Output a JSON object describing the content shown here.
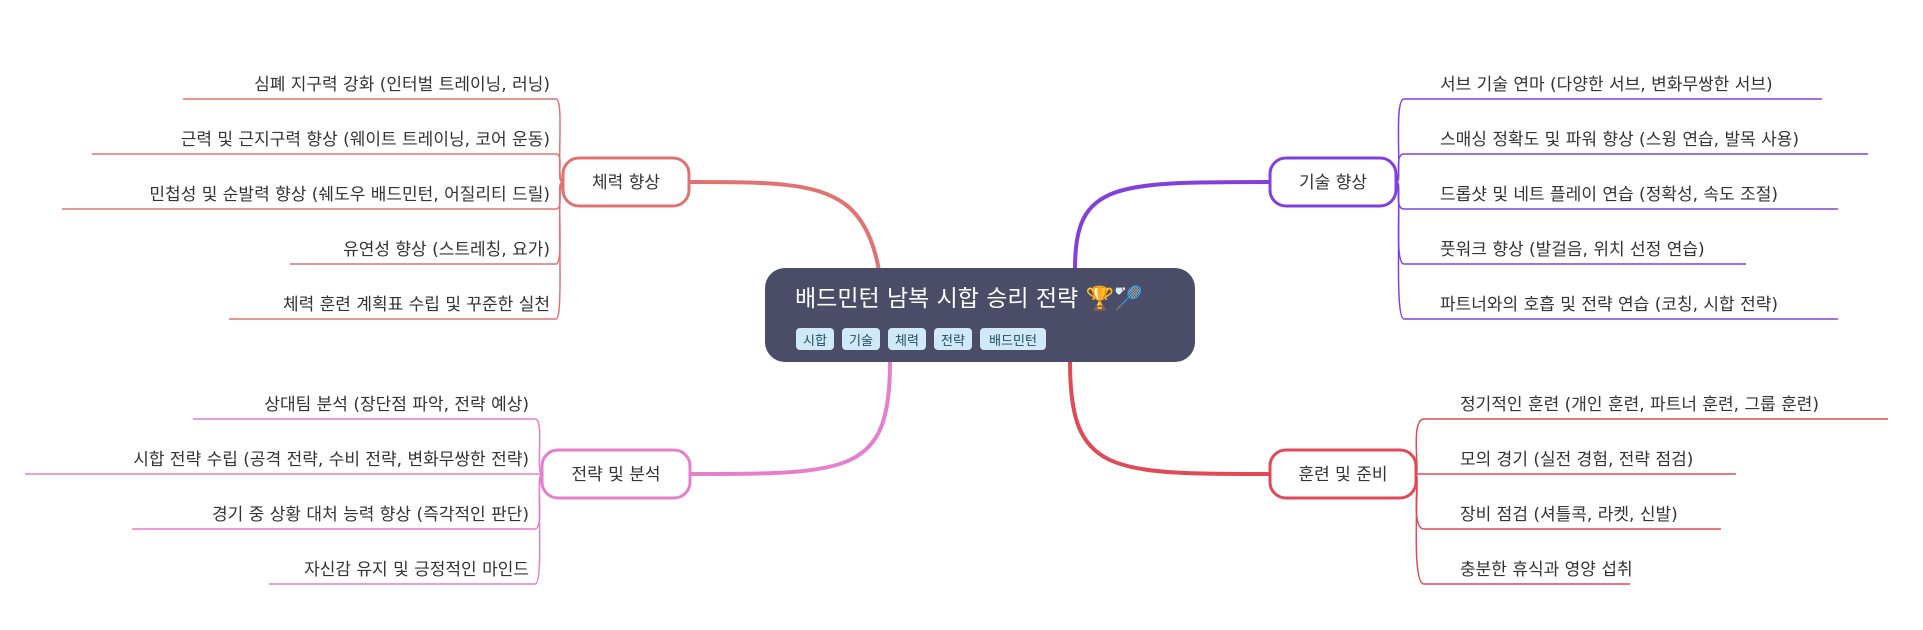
{
  "root": {
    "title": "배드민턴 남복 시합 승리 전략 🏆🏸",
    "tags": [
      "시합",
      "기술",
      "체력",
      "전략",
      "배드민턴"
    ],
    "bg_color": "#4b4d68",
    "title_color": "#ffffff",
    "tag_bg": "#cfe9f7",
    "tag_text": "#1f4e63"
  },
  "branches": [
    {
      "id": "fitness",
      "label": "체력 향상",
      "color": "#e07272",
      "side": "left",
      "items": [
        "심폐 지구력 강화 (인터벌 트레이닝, 러닝)",
        "근력 및 근지구력 향상 (웨이트 트레이닝, 코어 운동)",
        "민첩성 및 순발력 향상 (쉐도우 배드민턴, 어질리티 드릴)",
        "유연성 향상 (스트레칭, 요가)",
        "체력 훈련 계획표 수립 및 꾸준한 실천"
      ]
    },
    {
      "id": "strategy",
      "label": "전략 및 분석",
      "color": "#e57fcd",
      "side": "left",
      "items": [
        "상대팀 분석 (장단점 파악, 전략 예상)",
        "시합 전략 수립 (공격 전략, 수비 전략, 변화무쌍한 전략)",
        "경기 중 상황 대처 능력 향상 (즉각적인 판단)",
        "자신감 유지 및 긍정적인 마인드"
      ]
    },
    {
      "id": "technique",
      "label": "기술 향상",
      "color": "#8140dc",
      "side": "right",
      "items": [
        "서브 기술 연마 (다양한 서브, 변화무쌍한 서브)",
        "스매싱 정확도 및 파워 향상 (스윙 연습, 발목 사용)",
        "드롭샷 및 네트 플레이 연습 (정확성, 속도 조절)",
        "풋워크 향상 (발걸음, 위치 선정 연습)",
        "파트너와의 호흡 및 전략 연습 (코칭, 시합 전략)"
      ]
    },
    {
      "id": "training",
      "label": "훈련 및 준비",
      "color": "#e04a56",
      "side": "right",
      "items": [
        "정기적인 훈련 (개인 훈련, 파트너 훈련, 그룹 훈련)",
        "모의 경기 (실전 경험, 전략 점검)",
        "장비 점검 (셔틀콕, 라켓, 신발)",
        "충분한 휴식과 영양 섭취"
      ]
    }
  ]
}
